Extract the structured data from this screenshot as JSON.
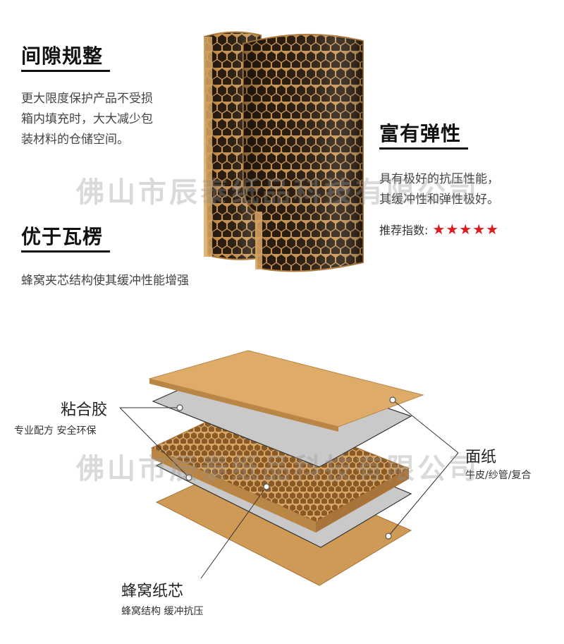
{
  "top": {
    "feature1": {
      "title": "间隙规整",
      "desc_lines": [
        "更大限度保护产品不受损",
        "箱内填充时，大大减少包",
        "装材料的仓储空间。"
      ]
    },
    "feature2": {
      "title": "优于瓦楞",
      "desc": "蜂窝夹芯结构使其缓冲性能增强"
    },
    "feature3": {
      "title": "富有弹性",
      "desc_lines": [
        "具有极好的抗压性能，",
        "其缓冲性和弹性极好。"
      ],
      "rating_label": "推荐指数:",
      "stars": 5,
      "star_color": "#e0191e"
    }
  },
  "watermark": "佛山市辰泰纸品科技有限公司",
  "diagram": {
    "glue": {
      "title": "粘合胶",
      "sub": "专业配方 安全环保"
    },
    "face": {
      "title": "面纸",
      "sub": "牛皮/纱管/复合"
    },
    "core": {
      "title": "蜂窝纸芯",
      "sub": "蜂窝结构 缓冲抗压"
    }
  },
  "colors": {
    "kraft": "#d9a865",
    "kraft_dark": "#b98645",
    "glue_sheet": "#bfbfbf"
  }
}
